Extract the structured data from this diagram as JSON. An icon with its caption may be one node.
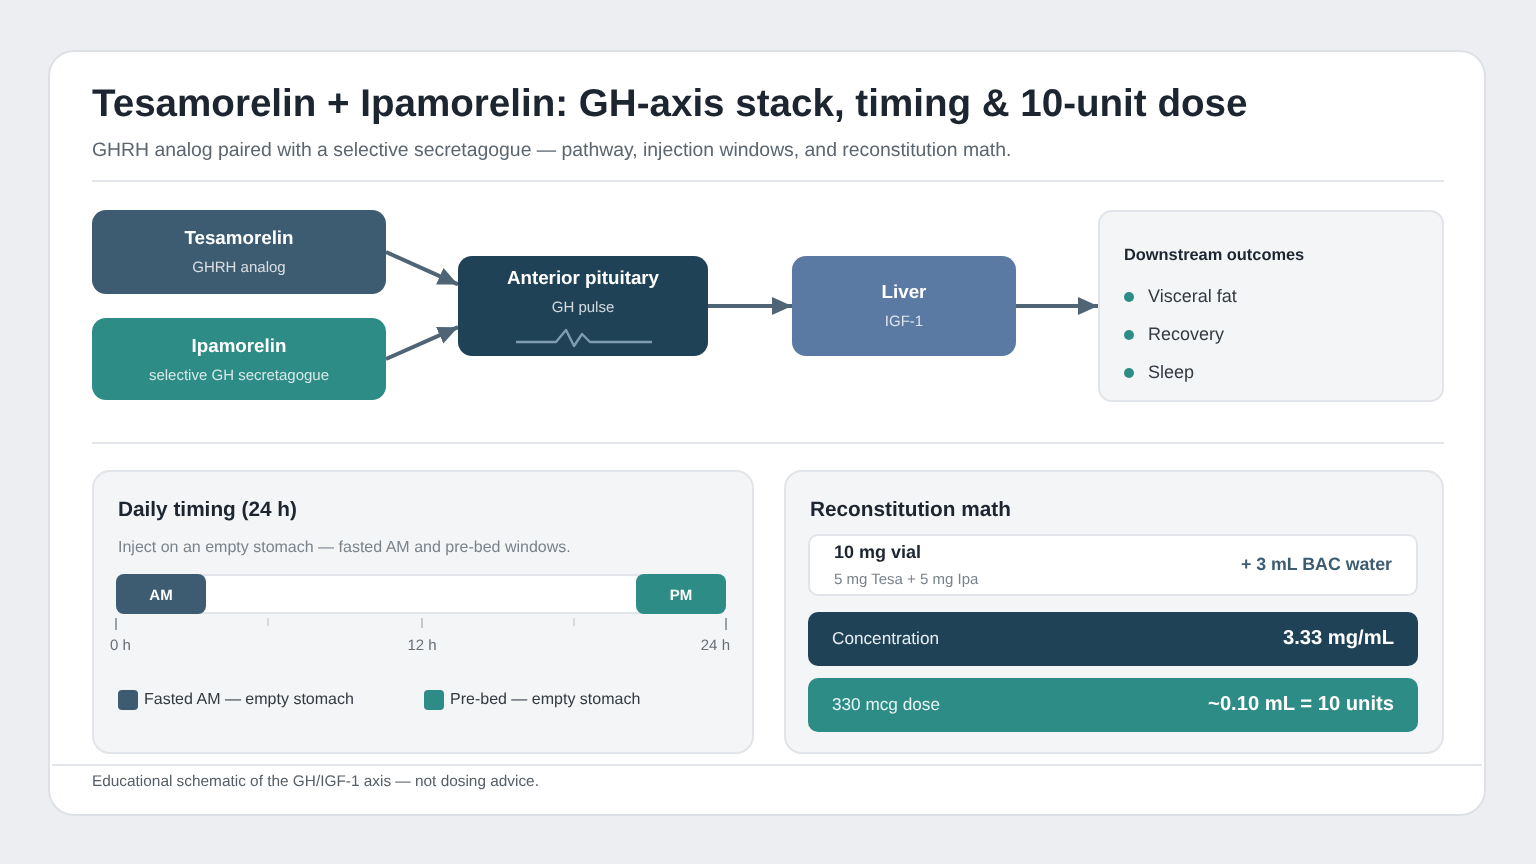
{
  "diagram": {
    "title": "Tesamorelin + Ipamorelin: GH-axis stack, timing & 10-unit dose",
    "caption": "Educational schematic of the GH/IGF-1 axis — not dosing advice.",
    "nodes": [
      {
        "text": [
          "Tesamorelin",
          "GHRH analog"
        ]
      },
      {
        "text": [
          "Ipamorelin",
          "selective GH secretagogue"
        ]
      },
      {
        "text": [
          "Anterior pituitary",
          "GH pulse"
        ]
      },
      {
        "text": [
          "Liver",
          "IGF-1"
        ]
      },
      {
        "text": [
          "Downstream outcomes",
          "Visceral fat",
          "Recovery",
          "Sleep"
        ]
      },
      {
        "text": [
          "Daily timing (24 h)",
          "Inject on an empty stomach — fasted AM and pre-bed windows."
        ]
      },
      {
        "text": [
          "AM"
        ],
        "in": 5
      },
      {
        "text": [
          "PM"
        ],
        "in": 5
      },
      {
        "text": [
          "Reconstitution math"
        ]
      },
      {
        "text": [
          "10 mg vial",
          "5 mg Tesa + 5 mg Ipa",
          "+ 3 mL BAC water"
        ],
        "in": 8
      },
      {
        "text": [
          "Concentration",
          "3.33 mg/mL"
        ],
        "in": 8
      },
      {
        "text": [
          "330 mcg dose",
          "~0.10 mL = 10 units"
        ],
        "in": 8
      }
    ],
    "edges": [
      {
        "from": 0,
        "to": 2,
        "arrow": "to"
      },
      {
        "from": 1,
        "to": 2,
        "arrow": "to"
      },
      {
        "from": 2,
        "to": 3,
        "arrow": "to"
      },
      {
        "from": 3,
        "to": 4,
        "arrow": "to"
      }
    ],
    "labels": [
      "GHRH analog paired with a selective secretagogue — pathway, injection windows, and reconstitution math.",
      "0 h",
      "12 h",
      "24 h"
    ],
    "legend": [
      {
        "text": "Fasted AM — empty stomach",
        "color": "#3d5c72"
      },
      {
        "text": "Pre-bed — empty stomach",
        "color": "#2e8c87"
      }
    ]
  }
}
